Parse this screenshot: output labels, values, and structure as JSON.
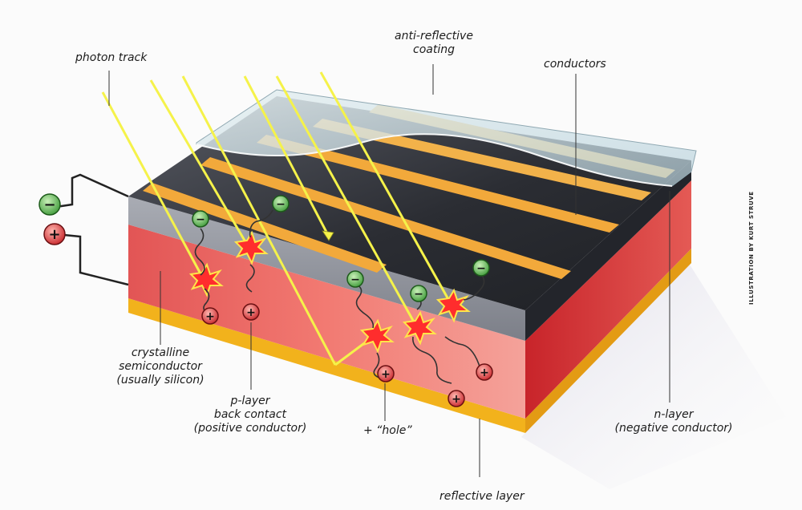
{
  "labels": {
    "photon_track": "photon track",
    "anti_reflective_line1": "anti-reflective",
    "anti_reflective_line2": "coating",
    "conductors": "conductors",
    "crystalline_line1": "crystalline",
    "crystalline_line2": "semiconductor",
    "crystalline_line3": "(usually silicon)",
    "p_layer_line1": "p-layer",
    "p_layer_line2": "back contact",
    "p_layer_line3": "(positive conductor)",
    "hole": "+ “hole”",
    "n_layer_line1": "n-layer",
    "n_layer_line2": "(negative conductor)",
    "reflective_layer": "reflective layer",
    "credit": "ILLUSTRATION BY KURT STRUVE"
  },
  "charges": {
    "negative_symbol": "−",
    "positive_symbol": "+"
  },
  "colors": {
    "photon": "#f5f24a",
    "conductor": "#f2a93b",
    "p_layer": "#e85a5a",
    "n_layer_top": "#2e3036",
    "reflective": "#f2b21c",
    "electron": "#5cae4e",
    "hole": "#d63a3a",
    "coating": "#c8dde6"
  }
}
